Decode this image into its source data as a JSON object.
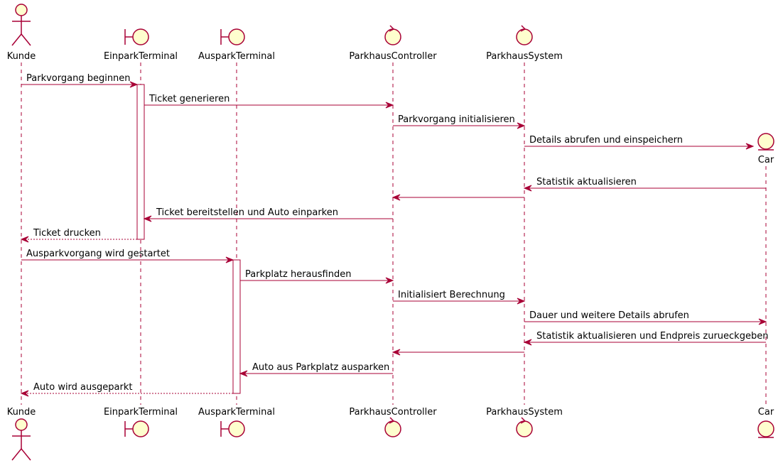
{
  "participants": [
    {
      "id": "kunde",
      "name": "Kunde",
      "type": "actor"
    },
    {
      "id": "einpark",
      "name": "EinparkTerminal",
      "type": "boundary"
    },
    {
      "id": "auspark",
      "name": "AusparkTerminal",
      "type": "boundary"
    },
    {
      "id": "controller",
      "name": "ParkhausController",
      "type": "control"
    },
    {
      "id": "system",
      "name": "ParkhausSystem",
      "type": "control"
    },
    {
      "id": "car",
      "name": "Car",
      "type": "entity",
      "created_by_message": true
    }
  ],
  "messages": [
    {
      "from": "kunde",
      "to": "einpark",
      "label": "Parkvorgang beginnen",
      "style": "solid"
    },
    {
      "from": "einpark",
      "to": "controller",
      "label": "Ticket generieren",
      "style": "solid"
    },
    {
      "from": "controller",
      "to": "system",
      "label": "Parkvorgang initialisieren",
      "style": "solid"
    },
    {
      "from": "system",
      "to": "car",
      "label": "Details abrufen und einspeichern",
      "style": "solid",
      "creates": true
    },
    {
      "from": "car",
      "to": "system",
      "label": "Statistik aktualisieren",
      "style": "solid"
    },
    {
      "from": "system",
      "to": "controller",
      "label": "",
      "style": "solid"
    },
    {
      "from": "controller",
      "to": "einpark",
      "label": "Ticket bereitstellen und Auto einparken",
      "style": "solid"
    },
    {
      "from": "einpark",
      "to": "kunde",
      "label": "Ticket drucken",
      "style": "dashed"
    },
    {
      "from": "kunde",
      "to": "auspark",
      "label": "Ausparkvorgang wird gestartet",
      "style": "solid"
    },
    {
      "from": "auspark",
      "to": "controller",
      "label": "Parkplatz herausfinden",
      "style": "solid"
    },
    {
      "from": "controller",
      "to": "system",
      "label": "Initialisiert Berechnung",
      "style": "solid"
    },
    {
      "from": "system",
      "to": "car",
      "label": "Dauer und weitere Details abrufen",
      "style": "solid"
    },
    {
      "from": "car",
      "to": "system",
      "label": "Statistik aktualisieren und Endpreis zurueckgeben",
      "style": "solid"
    },
    {
      "from": "system",
      "to": "controller",
      "label": "",
      "style": "solid"
    },
    {
      "from": "controller",
      "to": "auspark",
      "label": "Auto aus Parkplatz ausparken",
      "style": "solid"
    },
    {
      "from": "auspark",
      "to": "kunde",
      "label": "Auto wird ausgeparkt",
      "style": "dashed"
    }
  ],
  "activations": [
    {
      "participant": "einpark",
      "from_message": 0,
      "to_message": 7
    },
    {
      "participant": "auspark",
      "from_message": 8,
      "to_message": 15
    }
  ],
  "colors": {
    "border": "#A80036",
    "fill": "#FEFECE"
  }
}
